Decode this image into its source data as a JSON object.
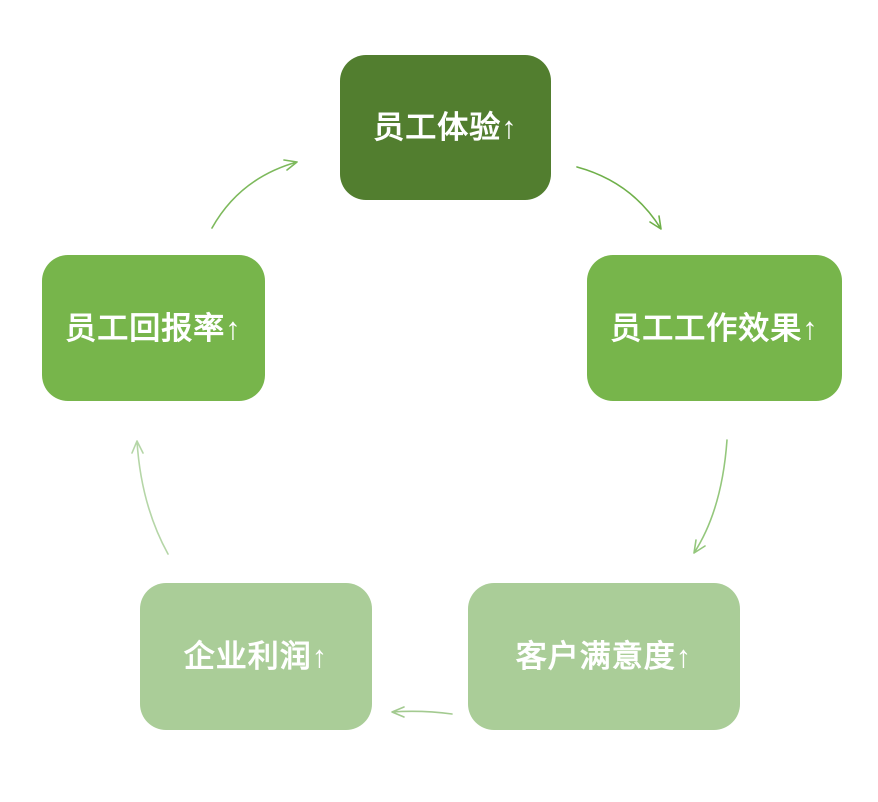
{
  "page": {
    "background_color": "#ffffff",
    "text_color": "#ffffff"
  },
  "diagram": {
    "type": "cycle",
    "nodes": [
      {
        "id": "employee-experience",
        "label": "员工体验↑",
        "color": "#527e2f"
      },
      {
        "id": "employee-work-effect",
        "label": "员工工作效果↑",
        "color": "#77b54b"
      },
      {
        "id": "customer-satisfaction",
        "label": "客户满意度↑",
        "color": "#aacd98"
      },
      {
        "id": "company-profit",
        "label": "企业利润↑",
        "color": "#aacd98"
      },
      {
        "id": "employee-return-rate",
        "label": "员工回报率↑",
        "color": "#77b54b"
      }
    ],
    "edges": [
      {
        "from": "employee-experience",
        "to": "employee-work-effect",
        "color": "#6fb04a"
      },
      {
        "from": "employee-work-effect",
        "to": "customer-satisfaction",
        "color": "#94c77c"
      },
      {
        "from": "customer-satisfaction",
        "to": "company-profit",
        "color": "#a3ca90"
      },
      {
        "from": "company-profit",
        "to": "employee-return-rate",
        "color": "#b5d6a7"
      },
      {
        "from": "employee-return-rate",
        "to": "employee-experience",
        "color": "#7db95c"
      }
    ]
  }
}
